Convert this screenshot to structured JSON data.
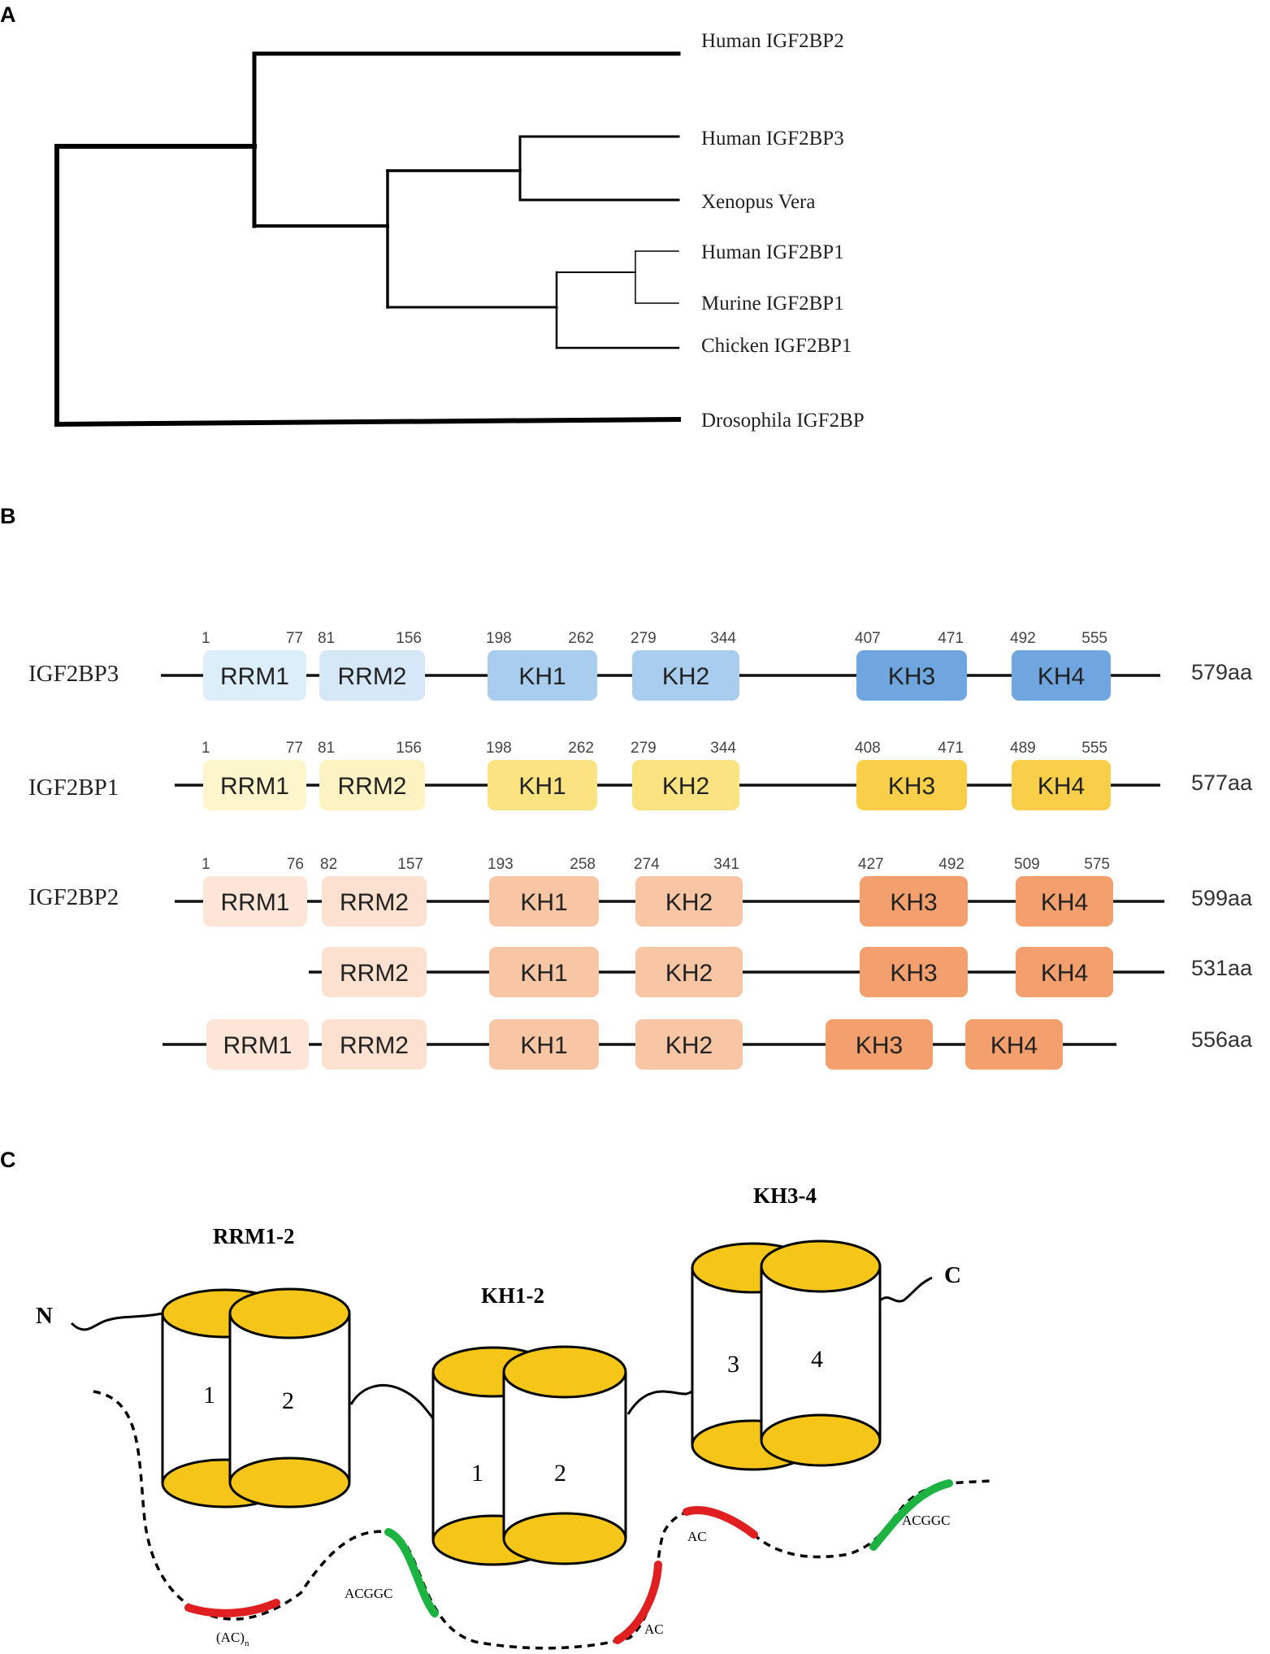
{
  "panels": {
    "a": "A",
    "b": "B",
    "c": "C"
  },
  "tree": {
    "leaves": [
      "Human IGF2BP2",
      "Human IGF2BP3",
      "Xenopus Vera",
      "Human IGF2BP1",
      "Murine IGF2BP1",
      "Chicken IGF2BP1",
      "Drosophila IGF2BP"
    ]
  },
  "domains": {
    "rows": [
      {
        "protein": "IGF2BP3",
        "length": "579aa",
        "domains": [
          {
            "label": "RRM1",
            "start": "1",
            "end": "77"
          },
          {
            "label": "RRM2",
            "start": "81",
            "end": "156"
          },
          {
            "label": "KH1",
            "start": "198",
            "end": "262"
          },
          {
            "label": "KH2",
            "start": "279",
            "end": "344"
          },
          {
            "label": "KH3",
            "start": "407",
            "end": "471"
          },
          {
            "label": "KH4",
            "start": "492",
            "end": "555"
          }
        ]
      },
      {
        "protein": "IGF2BP1",
        "length": "577aa",
        "domains": [
          {
            "label": "RRM1",
            "start": "1",
            "end": "77"
          },
          {
            "label": "RRM2",
            "start": "81",
            "end": "156"
          },
          {
            "label": "KH1",
            "start": "198",
            "end": "262"
          },
          {
            "label": "KH2",
            "start": "279",
            "end": "344"
          },
          {
            "label": "KH3",
            "start": "408",
            "end": "471"
          },
          {
            "label": "KH4",
            "start": "489",
            "end": "555"
          }
        ]
      },
      {
        "protein": "IGF2BP2",
        "length": "599aa",
        "domains": [
          {
            "label": "RRM1",
            "start": "1",
            "end": "76"
          },
          {
            "label": "RRM2",
            "start": "82",
            "end": "157"
          },
          {
            "label": "KH1",
            "start": "193",
            "end": "258"
          },
          {
            "label": "KH2",
            "start": "274",
            "end": "341"
          },
          {
            "label": "KH3",
            "start": "427",
            "end": "492"
          },
          {
            "label": "KH4",
            "start": "509",
            "end": "575"
          }
        ]
      },
      {
        "protein": "",
        "length": "531aa",
        "domains": [
          {
            "label": "RRM2"
          },
          {
            "label": "KH1"
          },
          {
            "label": "KH2"
          },
          {
            "label": "KH3"
          },
          {
            "label": "KH4"
          }
        ]
      },
      {
        "protein": "",
        "length": "556aa",
        "domains": [
          {
            "label": "RRM1"
          },
          {
            "label": "RRM2"
          },
          {
            "label": "KH1"
          },
          {
            "label": "KH2"
          },
          {
            "label": "KH3"
          },
          {
            "label": "KH4"
          }
        ]
      }
    ],
    "colors": {
      "blue": [
        "#ddeefb",
        "#d6e8f8",
        "#a9cdee",
        "#a9cdee",
        "#6fa6e0",
        "#6fa6e0"
      ],
      "yellow": [
        "#fdf6cc",
        "#fdf3c2",
        "#fbe382",
        "#fbe382",
        "#f9cf4a",
        "#f9cf4a"
      ],
      "orange": [
        "#fde6d8",
        "#fde1d0",
        "#f8c6a5",
        "#f8c6a5",
        "#f3a06e",
        "#f3a06e"
      ]
    }
  },
  "model": {
    "groups": [
      "RRM1-2",
      "KH1-2",
      "KH3-4"
    ],
    "numbers": [
      "1",
      "2",
      "1",
      "2",
      "3",
      "4"
    ],
    "n_term": "N",
    "c_term": "C",
    "motifs": [
      "(AC)n",
      "ACGGC",
      "AC",
      "AC",
      "ACGGC"
    ],
    "colors": {
      "cap": "#f5c518",
      "ac_motif": "#e02020",
      "acggc_motif": "#1db341"
    }
  }
}
